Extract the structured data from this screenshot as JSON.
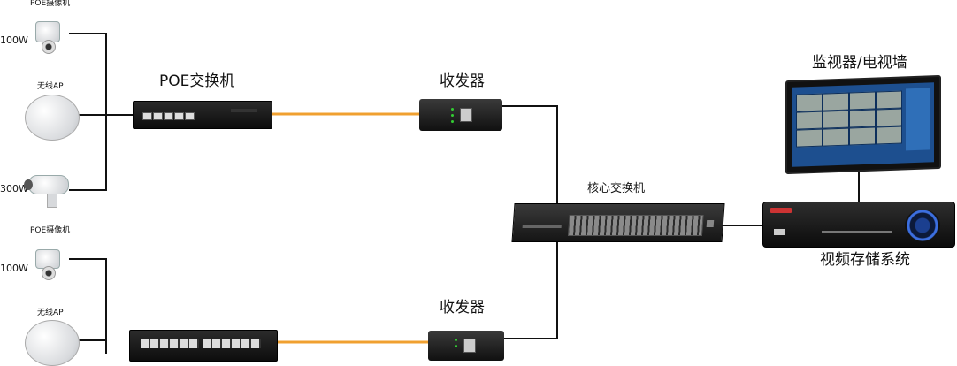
{
  "groups": [
    {
      "devices": [
        {
          "label": "POE摄像机",
          "power": "100W",
          "icon": "dome-camera-icon"
        },
        {
          "label": "无线AP",
          "power": "",
          "icon": "wireless-ap-icon"
        },
        {
          "label": "",
          "power": "300W",
          "icon": "bullet-camera-icon"
        }
      ],
      "switch_label": "POE交换机",
      "transceiver_label": "收发器"
    },
    {
      "devices": [
        {
          "label": "POE摄像机",
          "power": "100W",
          "icon": "dome-camera-icon"
        },
        {
          "label": "无线AP",
          "power": "",
          "icon": "wireless-ap-icon"
        }
      ],
      "switch_label": "",
      "transceiver_label": "收发器"
    }
  ],
  "core_switch_label": "核心交换机",
  "monitor_label": "监视器/电视墙",
  "nvr_label": "视频存储系统",
  "fiber_color": "#f0a030",
  "cable_color": "#111111"
}
